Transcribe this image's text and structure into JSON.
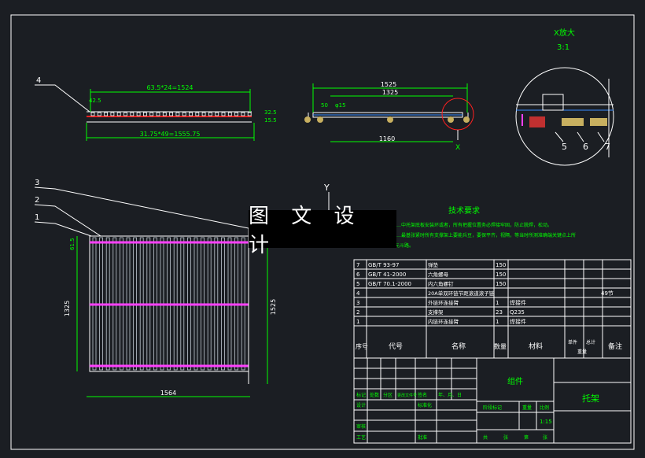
{
  "watermark": "图 文 设 计",
  "detail": {
    "title": "X放大",
    "scale": "3:1",
    "labels": [
      "5",
      "6",
      "7"
    ]
  },
  "side_view": {
    "dims": [
      "1525",
      "1325",
      "1160",
      "50",
      "φ15"
    ],
    "section_label": "X"
  },
  "top_strip": {
    "dim_top": "63.5*24=1524",
    "dim_bottom": "31.75*49=1555.75",
    "small_dims": [
      "42.5",
      "32.5",
      "15.5"
    ],
    "leader_label": "4"
  },
  "plan_view": {
    "leader_labels": [
      "3",
      "2",
      "1"
    ],
    "axis_label": "Y",
    "dim_left": "1325",
    "dim_right": "1525",
    "dim_bottom": "1564",
    "small_dim": "61.5"
  },
  "tech": {
    "title": "技术要求",
    "lines": [
      "…中托架底板安装环或者，所有把握位置务必焊接牢固，防止脱焊，松动。",
      "…最基张紧时所有支撑架上要能兵豆，要保平齐，视隔，等当时所测准确端关键点上所",
      "…机平调位置，元斗路。"
    ]
  },
  "bom": {
    "rows": [
      {
        "no": "7",
        "code": "GB/T 93-97",
        "name": "弹垫",
        "qty": "150",
        "mat": "",
        "wt": "",
        "note": ""
      },
      {
        "no": "6",
        "code": "GB/T 41-2000",
        "name": "六角螺母",
        "qty": "150",
        "mat": "",
        "wt": "",
        "note": ""
      },
      {
        "no": "5",
        "code": "GB/T 70.1-2000",
        "name": "内六角螺钉",
        "qty": "150",
        "mat": "",
        "wt": "",
        "note": ""
      },
      {
        "no": "4",
        "code": "",
        "name": "20A单双环链节距滚道滚子链",
        "qty": "",
        "mat": "",
        "wt": "49节",
        "note": ""
      },
      {
        "no": "3",
        "code": "",
        "name": "外链环连接臂",
        "qty": "1",
        "mat": "焊接件",
        "wt": "",
        "note": ""
      },
      {
        "no": "2",
        "code": "",
        "name": "支撑架",
        "qty": "23",
        "mat": "Q235",
        "wt": "",
        "note": ""
      },
      {
        "no": "1",
        "code": "",
        "name": "内链环连接臂",
        "qty": "1",
        "mat": "焊接件",
        "wt": "",
        "note": ""
      }
    ],
    "header": {
      "no": "序号",
      "code": "代号",
      "name": "名称",
      "qty": "数量",
      "mat": "材料",
      "single": "单件",
      "total": "总计",
      "weight": "重量",
      "note": "备注"
    }
  },
  "title_block": {
    "assembly": "组件",
    "part_name": "托架",
    "scale": "1:15",
    "rev_labels": [
      "标记",
      "处数",
      "分区",
      "更改文件号",
      "签名",
      "年、月、日"
    ],
    "row_labels": [
      "设计",
      "标准化",
      "审核",
      "工艺",
      "批准"
    ],
    "stage_labels": [
      "阶段标记",
      "重量",
      "比例"
    ],
    "sheet_labels": [
      "共",
      "张",
      "第",
      "张"
    ]
  }
}
